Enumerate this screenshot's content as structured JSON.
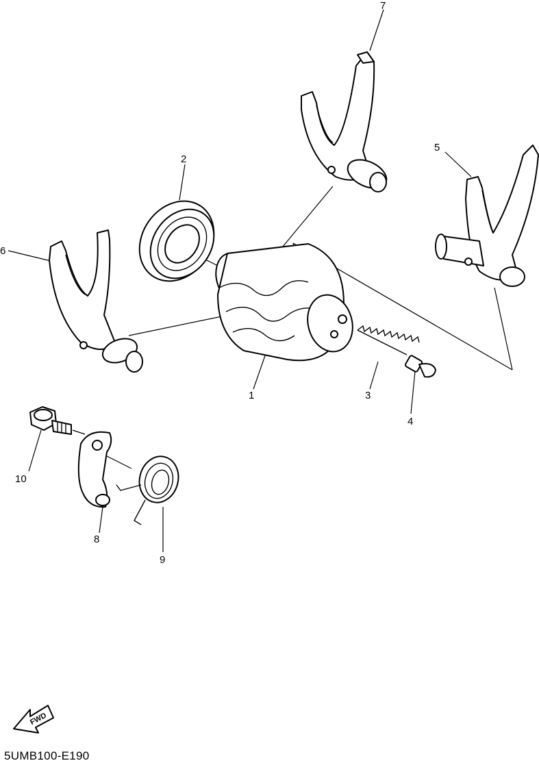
{
  "callouts": [
    {
      "id": "1",
      "label": "1"
    },
    {
      "id": "2",
      "label": "2"
    },
    {
      "id": "3",
      "label": "3"
    },
    {
      "id": "4",
      "label": "4"
    },
    {
      "id": "5",
      "label": "5"
    },
    {
      "id": "6",
      "label": "6"
    },
    {
      "id": "7",
      "label": "7"
    },
    {
      "id": "8",
      "label": "8"
    },
    {
      "id": "9",
      "label": "9"
    },
    {
      "id": "10",
      "label": "10"
    }
  ],
  "direction_badge": {
    "label": "FWD"
  },
  "diagram_code": "5UMB100-E190",
  "colors": {
    "ink": "#000000",
    "paper": "#ffffff"
  }
}
